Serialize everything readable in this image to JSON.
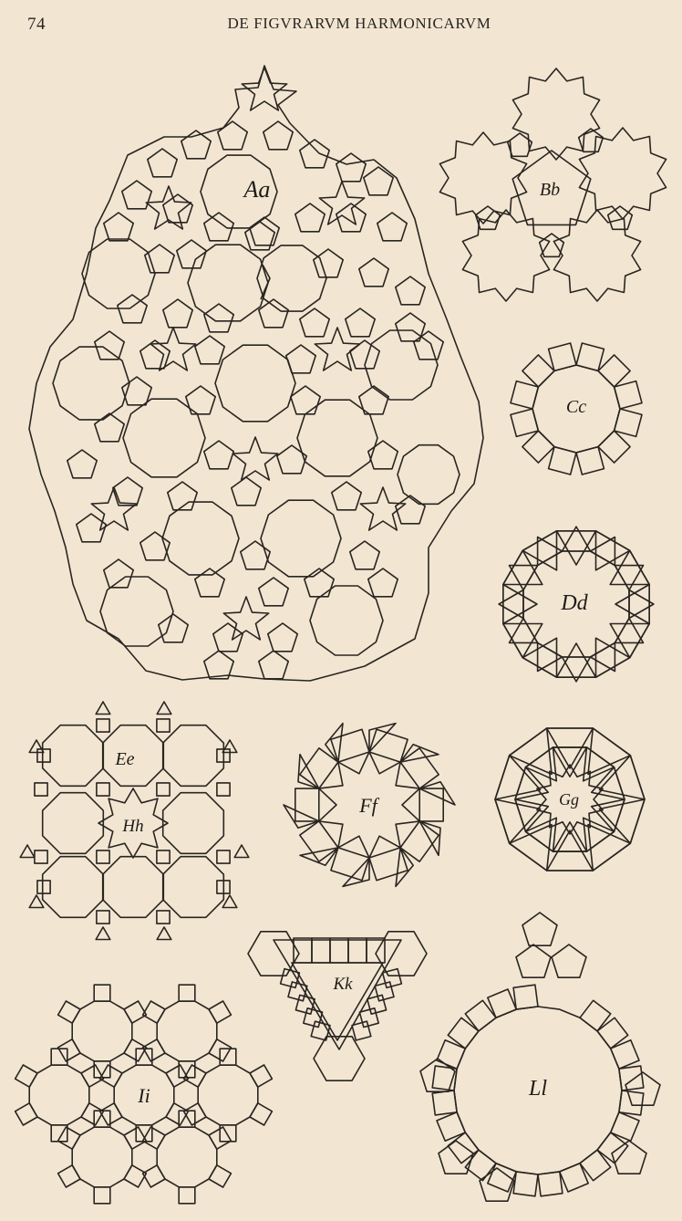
{
  "header": {
    "page_number": "74",
    "running_head": "DE FIGVRARVM HARMONICARVM"
  },
  "figures": {
    "Aa": "Aa",
    "Bb": "Bb",
    "Cc": "Cc",
    "Dd": "Dd",
    "Ee": "Ee",
    "Hh": "Hh",
    "Ff": "Ff",
    "Gg": "Gg",
    "Kk": "Kk",
    "Ii": "Ii",
    "Ll": "Ll"
  },
  "colors": {
    "paper": "#f2e6d3",
    "ink": "#2a2520"
  }
}
